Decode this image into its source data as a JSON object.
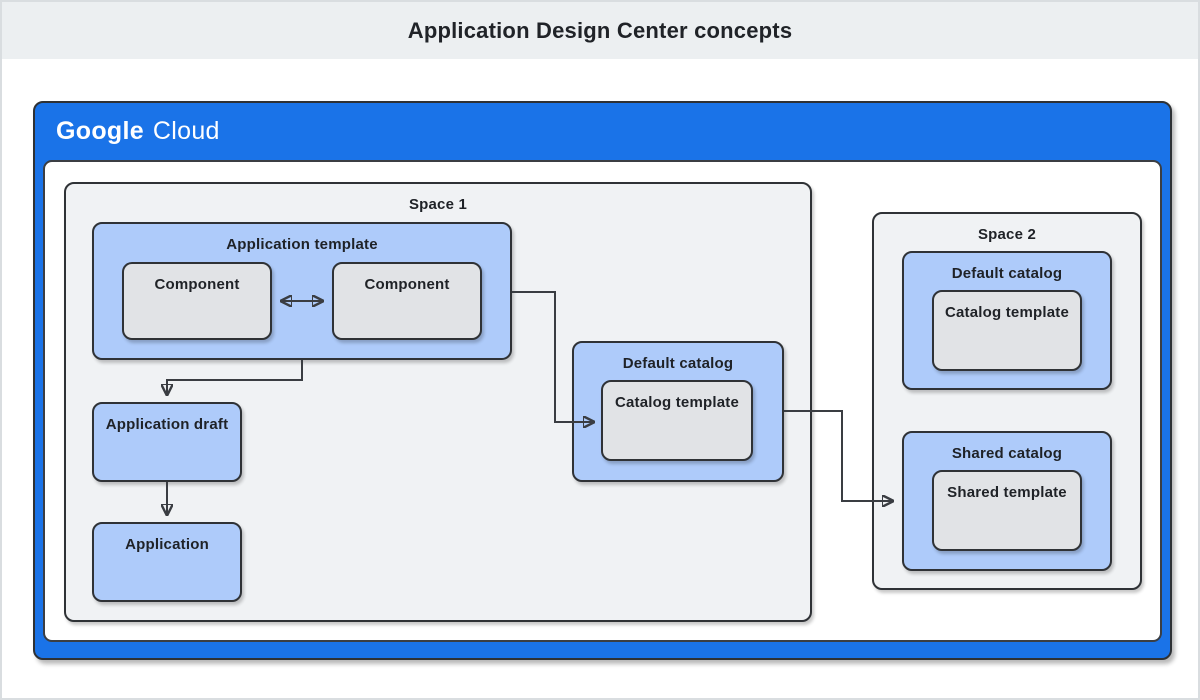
{
  "banner": {
    "title": "Application Design Center concepts"
  },
  "logo": {
    "google": "Google",
    "cloud": "Cloud"
  },
  "spaces": {
    "space1": {
      "label": "Space 1",
      "application_template": {
        "label": "Application template",
        "components": [
          {
            "label": "Component"
          },
          {
            "label": "Component"
          }
        ]
      },
      "application_draft": {
        "label": "Application draft"
      },
      "application": {
        "label": "Application"
      },
      "default_catalog": {
        "label": "Default catalog",
        "catalog_template": {
          "label": "Catalog template"
        }
      }
    },
    "space2": {
      "label": "Space 2",
      "default_catalog": {
        "label": "Default catalog",
        "catalog_template": {
          "label": "Catalog template"
        }
      },
      "shared_catalog": {
        "label": "Shared catalog",
        "shared_template": {
          "label": "Shared template"
        }
      }
    }
  },
  "colors": {
    "google_blue": "#1a73e8",
    "light_blue": "#aecbfa",
    "node_gray": "#e1e3e6",
    "space_gray": "#f0f2f4",
    "border_dark": "#2f3236",
    "line_dark": "#3a3d42",
    "banner_gray": "#eceff1"
  }
}
